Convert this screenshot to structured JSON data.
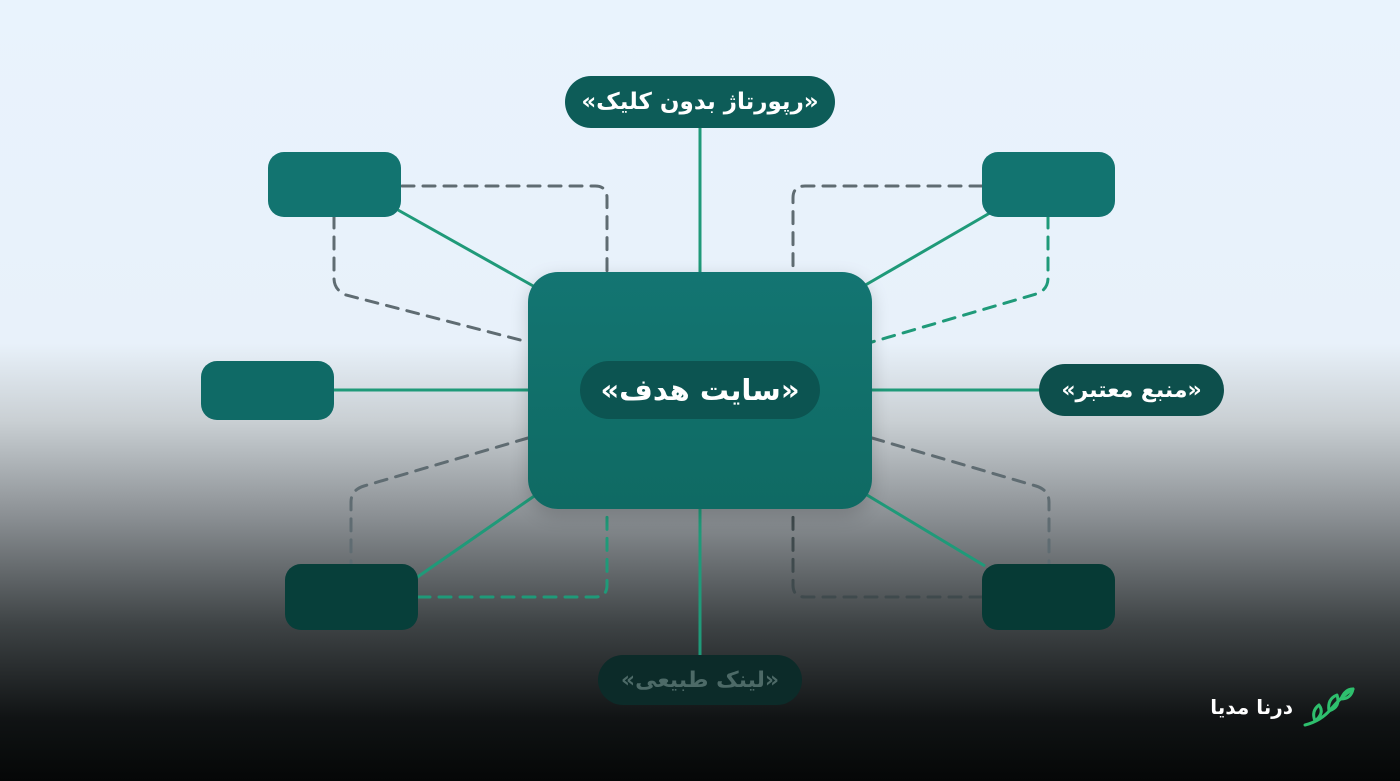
{
  "center": {
    "label": "«سایت هدف»"
  },
  "labels": {
    "top": "«رپورتاژ بدون کلیک»",
    "right": "«منبع معتبر»",
    "bottom": "«لینک طبیعی»"
  },
  "brand": {
    "name": "درنا مدیا",
    "logo_icon": "leaf-logo-icon"
  },
  "colors": {
    "node_light": "#137572",
    "node_dark": "#063d38",
    "solid_line": "#1f9a79",
    "dashed_line": "#5c6a70",
    "accent_green": "#2ebf6d"
  }
}
